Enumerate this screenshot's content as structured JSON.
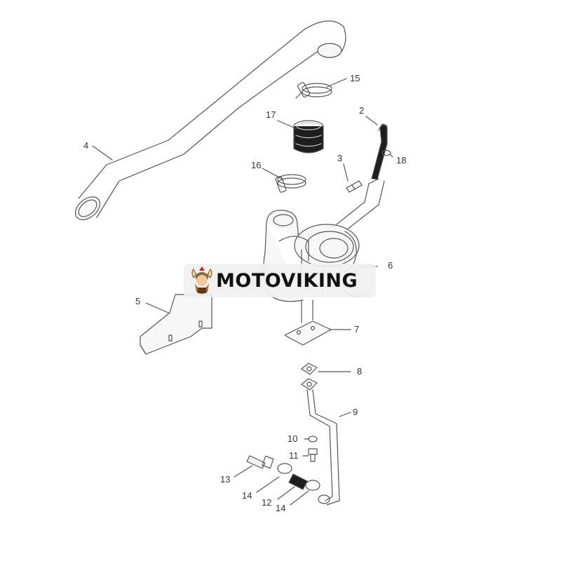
{
  "diagram": {
    "title": "",
    "part_labels": {
      "p1": "2",
      "p2": "3",
      "p3": "4",
      "p4": "5",
      "p5": "6",
      "p6": "7",
      "p7": "8",
      "p8": "9",
      "p9": "10",
      "p10": "11",
      "p11": "12",
      "p12": "13",
      "p13": "14",
      "p14": "14",
      "p15": "15",
      "p16": "16",
      "p17": "17",
      "p18": "18"
    }
  },
  "watermark": {
    "brand": "MOTOVIKING",
    "logo_icon": "viking-mascot-icon"
  },
  "colors": {
    "line": "#555555",
    "part_fill": "#f7f7f7",
    "hose_dark": "#1e1e1e",
    "watermark_bg": "#f0f0f0",
    "accent_red": "#cc2222"
  }
}
